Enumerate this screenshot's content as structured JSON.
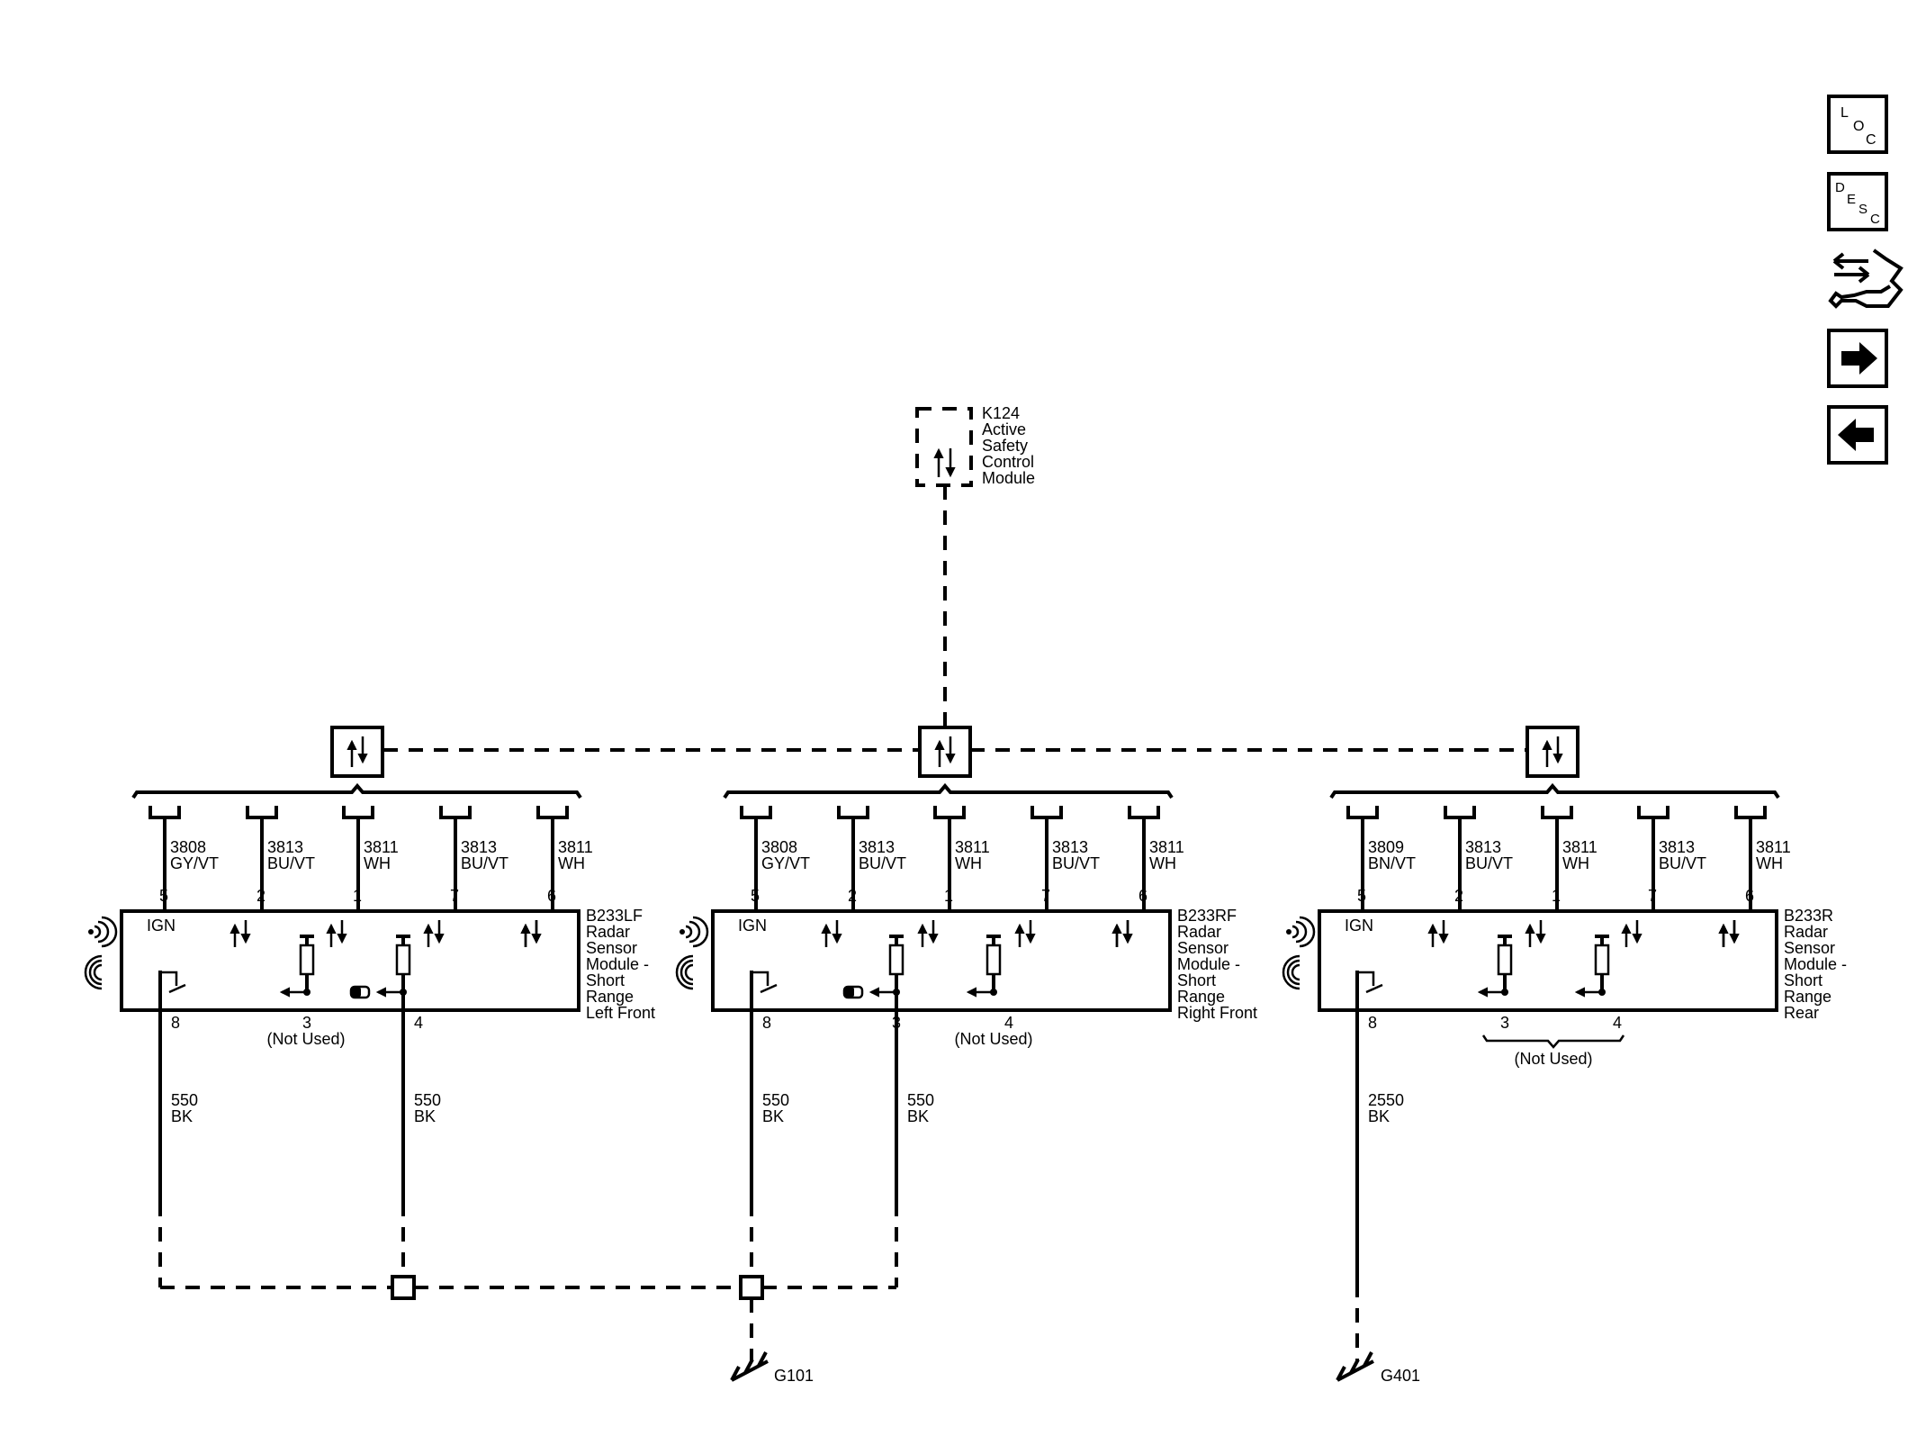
{
  "main_module": {
    "id": "K124",
    "name_lines": [
      "Active",
      "Safety",
      "Control",
      "Module"
    ]
  },
  "modules": [
    {
      "id": "B233LF",
      "name_lines": [
        "Radar",
        "Sensor",
        "Module -",
        "Short",
        "Range",
        "Left Front"
      ],
      "ign_label": "IGN",
      "bus_pins": [
        {
          "circuit": "3808",
          "color": "GY/VT",
          "pin": "5"
        },
        {
          "circuit": "3813",
          "color": "BU/VT",
          "pin": "2"
        },
        {
          "circuit": "3811",
          "color": "WH",
          "pin": "1"
        },
        {
          "circuit": "3813",
          "color": "BU/VT",
          "pin": "7"
        },
        {
          "circuit": "3811",
          "color": "WH",
          "pin": "6"
        }
      ],
      "ground_pin": {
        "pin": "8",
        "circuit": "550",
        "color": "BK"
      },
      "pin3": {
        "pin": "3",
        "note": "(Not Used)"
      },
      "pin4": {
        "pin": "4",
        "circuit": "550",
        "color": "BK"
      }
    },
    {
      "id": "B233RF",
      "name_lines": [
        "Radar",
        "Sensor",
        "Module -",
        "Short",
        "Range",
        "Right Front"
      ],
      "ign_label": "IGN",
      "bus_pins": [
        {
          "circuit": "3808",
          "color": "GY/VT",
          "pin": "5"
        },
        {
          "circuit": "3813",
          "color": "BU/VT",
          "pin": "2"
        },
        {
          "circuit": "3811",
          "color": "WH",
          "pin": "1"
        },
        {
          "circuit": "3813",
          "color": "BU/VT",
          "pin": "7"
        },
        {
          "circuit": "3811",
          "color": "WH",
          "pin": "6"
        }
      ],
      "ground_pin": {
        "pin": "8",
        "circuit": "550",
        "color": "BK"
      },
      "pin3": {
        "pin": "3",
        "circuit": "550",
        "color": "BK"
      },
      "pin4": {
        "pin": "4",
        "note": "(Not Used)"
      }
    },
    {
      "id": "B233R",
      "name_lines": [
        "Radar",
        "Sensor",
        "Module -",
        "Short",
        "Range",
        "Rear"
      ],
      "ign_label": "IGN",
      "bus_pins": [
        {
          "circuit": "3809",
          "color": "BN/VT",
          "pin": "5"
        },
        {
          "circuit": "3813",
          "color": "BU/VT",
          "pin": "2"
        },
        {
          "circuit": "3811",
          "color": "WH",
          "pin": "1"
        },
        {
          "circuit": "3813",
          "color": "BU/VT",
          "pin": "7"
        },
        {
          "circuit": "3811",
          "color": "WH",
          "pin": "6"
        }
      ],
      "ground_pin": {
        "pin": "8",
        "circuit": "2550",
        "color": "BK"
      },
      "pin3": {
        "pin": "3"
      },
      "pin4": {
        "pin": "4"
      },
      "not_used_note": "(Not Used)"
    }
  ],
  "grounds": [
    "G101",
    "G401"
  ],
  "nav": {
    "loc": [
      "L",
      "O",
      "C"
    ],
    "desc": [
      "D",
      "E",
      "S",
      "C"
    ]
  }
}
